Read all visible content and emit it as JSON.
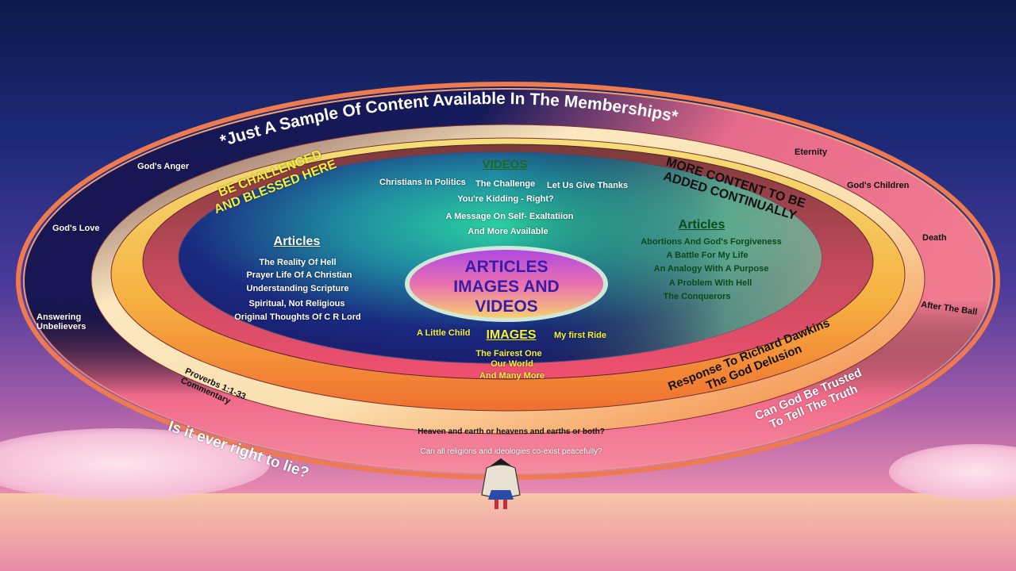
{
  "title": "*Just A Sample Of Content Available  In The Memberships*",
  "badges": {
    "challenge": [
      "BE CHALLENGED",
      "AND BLESSED HERE"
    ],
    "more": [
      "MORE CONTENT TO BE",
      "ADDED CONTINUALLY"
    ]
  },
  "center": [
    "ARTICLES",
    "IMAGES AND",
    "VIDEOS"
  ],
  "videos": {
    "heading": "VIDEOS",
    "items": [
      "Christians In Politics",
      "The Challenge",
      "Let Us Give Thanks",
      "You're Kidding - Right?",
      "A Message On Self- Exaltatiion",
      "And More Available"
    ]
  },
  "articles_left": {
    "heading": "Articles",
    "items": [
      "The Reality Of Hell",
      "Prayer Life Of A Christian",
      "Understanding Scripture",
      "Spiritual, Not Religious",
      "Original Thoughts Of C R Lord"
    ]
  },
  "articles_right": {
    "heading": "Articles",
    "items": [
      "Abortions And God's Forgiveness",
      "A Battle For My Life",
      "An Analogy With A Purpose",
      "A Problem With Hell",
      "The Conquerors"
    ]
  },
  "images": {
    "heading": "IMAGES",
    "side_left": "A Little Child",
    "side_right": "My first Ride",
    "items": [
      "The Fairest One",
      "Our World",
      "And Many More"
    ]
  },
  "outer_ring": {
    "gods_anger": "God's Anger",
    "gods_love": "God's Love",
    "answering": [
      "Answering",
      "Unbelievers"
    ],
    "eternity": "Eternity",
    "gods_children": "God's Children",
    "death": "Death",
    "after_the_ball": "After The Ball",
    "lie": "Is it ever right to lie?",
    "trust": [
      "Can God Be Trusted",
      "To Tell The Truth"
    ],
    "religions": "Can all religions and ideologies co-exist peacefully?"
  },
  "middle_ring": {
    "proverbs": [
      "Proverbs 1:1-33",
      "Commentary"
    ],
    "dawkins": [
      "Response To Richard Dawkins",
      "The God Delusion"
    ],
    "heaven": "Heaven and earth or heavens and earths or both?"
  }
}
